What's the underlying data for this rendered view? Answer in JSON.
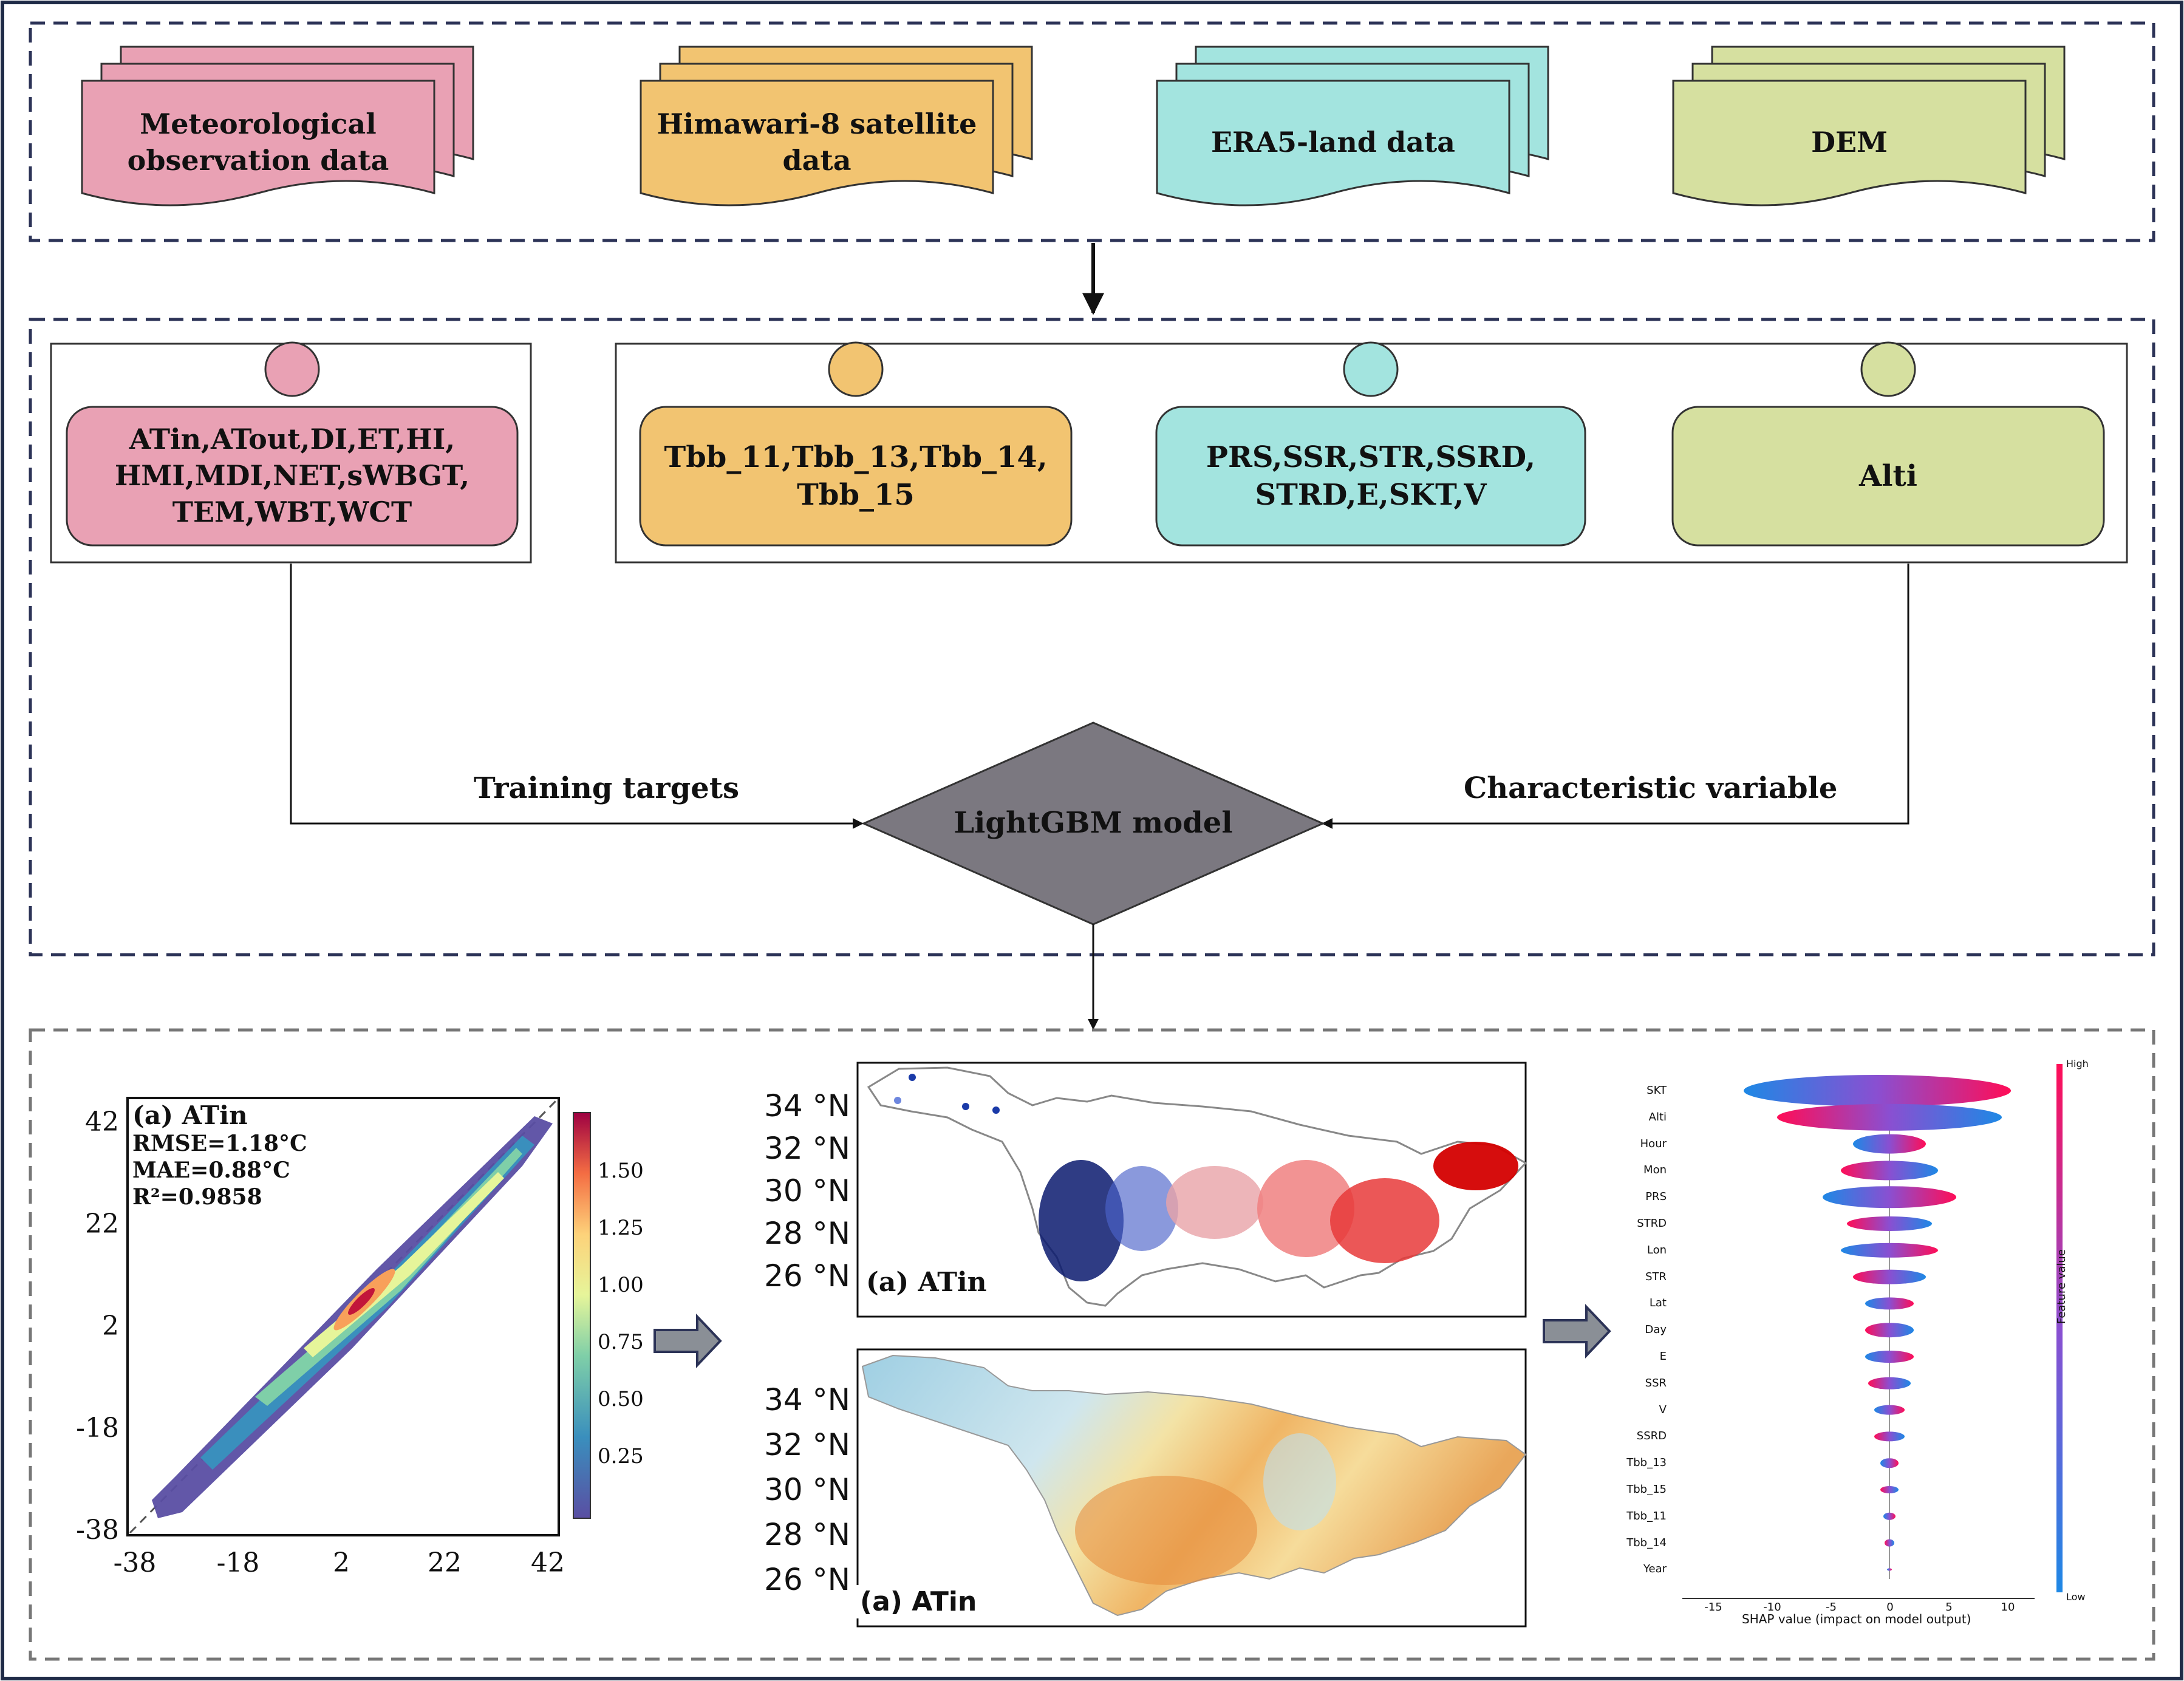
{
  "data_sources": [
    {
      "label": "Meteorological\nobservation data",
      "color": "#e9a1b4"
    },
    {
      "label": "Himawari-8 satellite\ndata",
      "color": "#f2c471"
    },
    {
      "label": "ERA5-land data",
      "color": "#a3e4df"
    },
    {
      "label": "DEM",
      "color": "#d6e0a0"
    }
  ],
  "variable_groups": [
    {
      "label": "ATin,ATout,DI,ET,HI,\nHMI,MDI,NET,sWBGT,\nTEM,WBT,WCT",
      "color": "#e9a1b4"
    },
    {
      "label": "Tbb_11,Tbb_13,Tbb_14,\nTbb_15",
      "color": "#f2c471"
    },
    {
      "label": "PRS,SSR,STR,SSRD,\nSTRD,E,SKT,V",
      "color": "#a3e4df"
    },
    {
      "label": "Alti",
      "color": "#d6e0a0"
    }
  ],
  "model": {
    "label": "LightGBM model",
    "left_edge_label": "Training targets",
    "right_edge_label": "Characteristic variable"
  },
  "scatter_panel": {
    "title": "(a) ATin",
    "rmse": "RMSE=1.18°C",
    "mae": "MAE=0.88°C",
    "r2": "R²=0.9858",
    "y_ticks": [
      "42",
      "22",
      "2",
      "-18",
      "-38"
    ],
    "x_ticks": [
      "-38",
      "-18",
      "2",
      "22",
      "42"
    ],
    "colorbar_ticks": [
      "1.50",
      "1.25",
      "1.00",
      "0.75",
      "0.50",
      "0.25"
    ]
  },
  "station_map": {
    "title": "(a) ATin",
    "lat_ticks": [
      "34 °N",
      "32 °N",
      "30 °N",
      "28 °N",
      "26 °N"
    ]
  },
  "raster_map": {
    "title": "(a) ATin",
    "lat_ticks": [
      "34 °N",
      "32 °N",
      "30 °N",
      "28 °N",
      "26 °N"
    ]
  },
  "shap_panel": {
    "features": [
      "SKT",
      "Alti",
      "Hour",
      "Mon",
      "PRS",
      "STRD",
      "Lon",
      "STR",
      "Lat",
      "Day",
      "E",
      "SSR",
      "V",
      "SSRD",
      "Tbb_13",
      "Tbb_15",
      "Tbb_11",
      "Tbb_14",
      "Year"
    ],
    "x_ticks": [
      "-15",
      "-10",
      "-5",
      "0",
      "5",
      "10"
    ],
    "xlabel": "SHAP value (impact on model output)",
    "colorbar_high": "High",
    "colorbar_low": "Low",
    "colorbar_label": "Feature value"
  }
}
